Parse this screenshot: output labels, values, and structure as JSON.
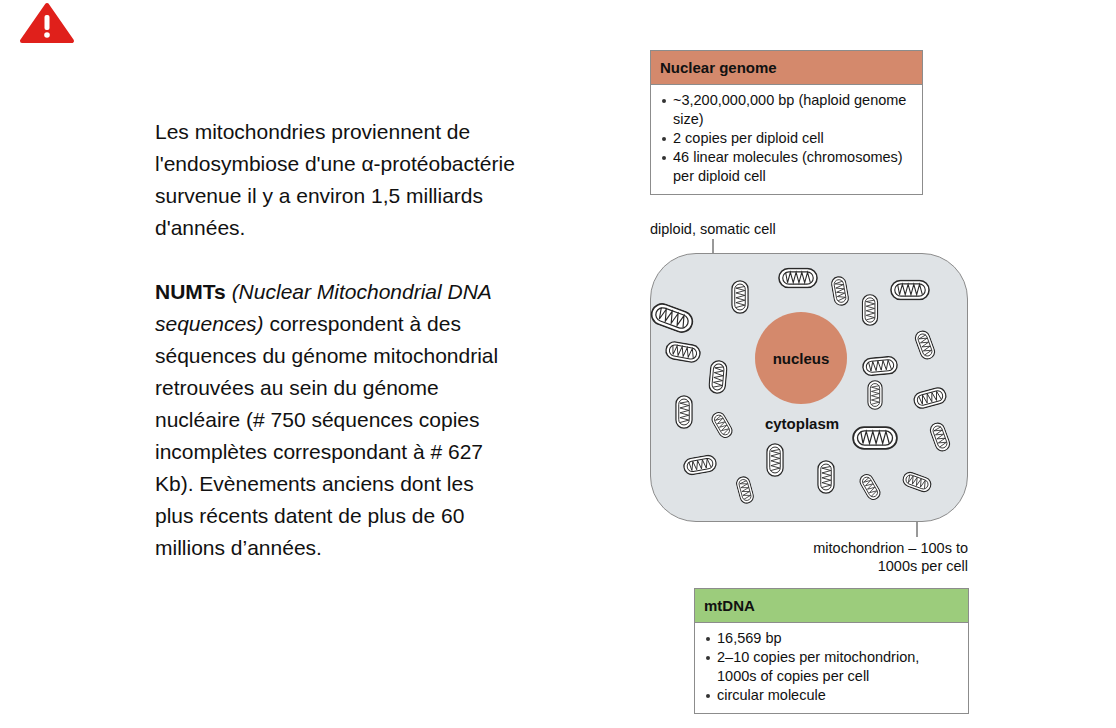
{
  "diagram": {
    "nodes": [
      {
        "text": [
          "Nuclear genome",
          "~3,200,000,000 bp (haploid genome size)",
          "2 copies per diploid cell",
          "46 linear molecules (chromosomes) per diploid cell"
        ]
      },
      {
        "text": [
          "cytoplasm"
        ]
      },
      {
        "text": [
          "nucleus"
        ],
        "in": 1
      },
      {
        "text": [
          "mtDNA",
          "16,569 bp",
          "2–10 copies per mitochondrion, 1000s of copies per cell",
          "circular molecule"
        ]
      }
    ],
    "labels": [
      "Les mitochondries proviennent de l'endosymbiose d'une α-protéobactérie survenue il y a environ 1,5 milliards d'années.",
      "NUMTs",
      "(Nuclear Mitochondrial DNA sequences)",
      "correspondent à des séquences du génome mitochondrial retrouvées au sein du génome nucléaire (# 750 séquences copies incomplètes correspondant à # 627 Kb). Evènements anciens dont les plus récents datent de plus de 60 millions d’années.",
      "diploid, somatic cell",
      "mitochondrion – 100s to 1000s per cell"
    ]
  }
}
